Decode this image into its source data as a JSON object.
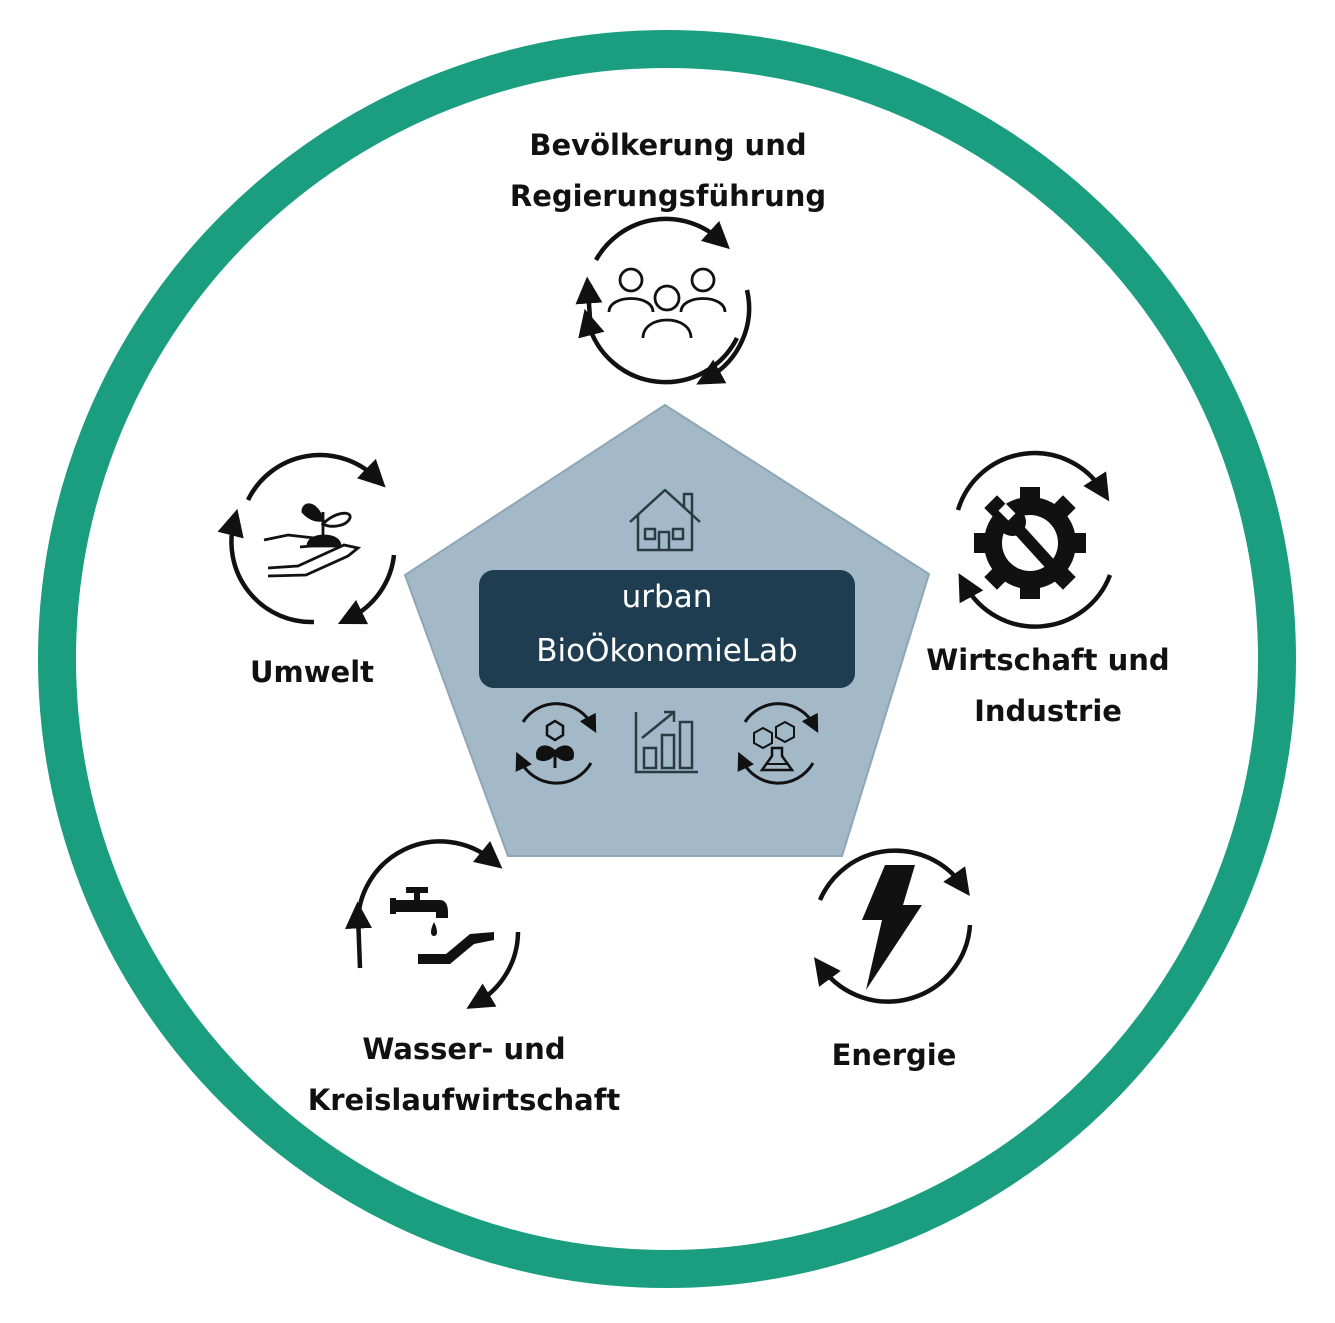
{
  "center": {
    "line1": "urban",
    "line2": "BioÖkonomieLab",
    "icons": [
      "house-icon",
      "bio-cycle-icon",
      "growth-chart-icon",
      "chemistry-cycle-icon"
    ]
  },
  "topics": [
    {
      "id": "population",
      "lines": [
        "Bevölkerung und",
        "Regierungsführung"
      ],
      "icon": "people-group-icon"
    },
    {
      "id": "economy",
      "lines": [
        "Wirtschaft und",
        "Industrie"
      ],
      "icon": "gear-wrench-icon"
    },
    {
      "id": "energy",
      "lines": [
        "Energie"
      ],
      "icon": "lightning-icon"
    },
    {
      "id": "water",
      "lines": [
        "Wasser- und",
        "Kreislaufwirtschaft"
      ],
      "icon": "water-tap-hand-icon"
    },
    {
      "id": "environment",
      "lines": [
        "Umwelt"
      ],
      "icon": "plant-hand-icon"
    }
  ],
  "colors": {
    "ring": "#1a9e7f",
    "pentagon": "#a3b9c8",
    "pentagon_border": "#8fa6b6",
    "lab_box": "#1f3d50",
    "icon": "#111111"
  }
}
